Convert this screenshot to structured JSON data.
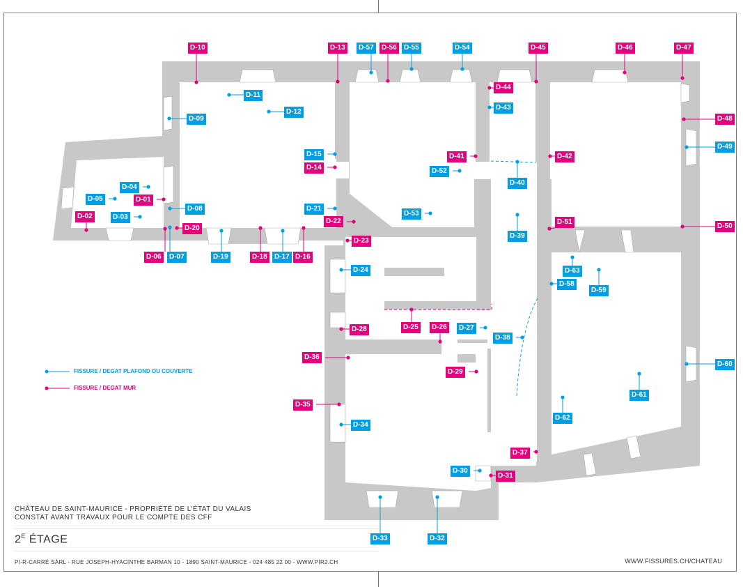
{
  "colors": {
    "wall": "#e5007d",
    "ceiling": "#009fe3",
    "masonry": "#c8c8c8"
  },
  "legend": {
    "ceiling": "FISSURE / DEGAT PLAFOND OU COUVERTE",
    "wall": "FISSURE / DEGAT MUR"
  },
  "title": {
    "line1": "CHÂTEAU DE SAINT-MAURICE - PROPRIÉTÉ DE L'ÉTAT DU VALAIS",
    "line2": "CONSTAT AVANT TRAVAUX POUR LE COMPTE DES CFF"
  },
  "floor": {
    "number": "2",
    "suffix": "E",
    "word": " ÉTAGE"
  },
  "footer": {
    "left": "PI-R-CARRÉ SÀRL - RUE JOSEPH-HYACINTHE BARMAN 10 - 1890 SAINT-MAURICE - 024 485 22 00 - WWW.PIR2.CH",
    "right": "WWW.FISSURES.CH/CHATEAU"
  },
  "markers": [
    {
      "id": "D-01",
      "kind": "wall"
    },
    {
      "id": "D-02",
      "kind": "wall"
    },
    {
      "id": "D-03",
      "kind": "ceiling"
    },
    {
      "id": "D-04",
      "kind": "ceiling"
    },
    {
      "id": "D-05",
      "kind": "ceiling"
    },
    {
      "id": "D-06",
      "kind": "wall"
    },
    {
      "id": "D-07",
      "kind": "ceiling"
    },
    {
      "id": "D-08",
      "kind": "ceiling"
    },
    {
      "id": "D-09",
      "kind": "ceiling"
    },
    {
      "id": "D-10",
      "kind": "wall"
    },
    {
      "id": "D-11",
      "kind": "ceiling"
    },
    {
      "id": "D-12",
      "kind": "ceiling"
    },
    {
      "id": "D-13",
      "kind": "wall"
    },
    {
      "id": "D-14",
      "kind": "wall"
    },
    {
      "id": "D-15",
      "kind": "ceiling"
    },
    {
      "id": "D-16",
      "kind": "wall"
    },
    {
      "id": "D-17",
      "kind": "ceiling"
    },
    {
      "id": "D-18",
      "kind": "wall"
    },
    {
      "id": "D-19",
      "kind": "ceiling"
    },
    {
      "id": "D-20",
      "kind": "wall"
    },
    {
      "id": "D-21",
      "kind": "ceiling"
    },
    {
      "id": "D-22",
      "kind": "wall"
    },
    {
      "id": "D-23",
      "kind": "wall"
    },
    {
      "id": "D-24",
      "kind": "ceiling"
    },
    {
      "id": "D-25",
      "kind": "wall"
    },
    {
      "id": "D-26",
      "kind": "wall"
    },
    {
      "id": "D-27",
      "kind": "ceiling"
    },
    {
      "id": "D-28",
      "kind": "wall"
    },
    {
      "id": "D-29",
      "kind": "wall"
    },
    {
      "id": "D-30",
      "kind": "ceiling"
    },
    {
      "id": "D-31",
      "kind": "wall"
    },
    {
      "id": "D-32",
      "kind": "ceiling"
    },
    {
      "id": "D-33",
      "kind": "ceiling"
    },
    {
      "id": "D-34",
      "kind": "ceiling"
    },
    {
      "id": "D-35",
      "kind": "wall"
    },
    {
      "id": "D-36",
      "kind": "wall"
    },
    {
      "id": "D-37",
      "kind": "wall"
    },
    {
      "id": "D-38",
      "kind": "ceiling"
    },
    {
      "id": "D-39",
      "kind": "ceiling"
    },
    {
      "id": "D-40",
      "kind": "ceiling"
    },
    {
      "id": "D-41",
      "kind": "wall"
    },
    {
      "id": "D-42",
      "kind": "wall"
    },
    {
      "id": "D-43",
      "kind": "ceiling"
    },
    {
      "id": "D-44",
      "kind": "wall"
    },
    {
      "id": "D-45",
      "kind": "wall"
    },
    {
      "id": "D-46",
      "kind": "wall"
    },
    {
      "id": "D-47",
      "kind": "wall"
    },
    {
      "id": "D-48",
      "kind": "wall"
    },
    {
      "id": "D-49",
      "kind": "ceiling"
    },
    {
      "id": "D-50",
      "kind": "wall"
    },
    {
      "id": "D-51",
      "kind": "wall"
    },
    {
      "id": "D-52",
      "kind": "ceiling"
    },
    {
      "id": "D-53",
      "kind": "ceiling"
    },
    {
      "id": "D-54",
      "kind": "ceiling"
    },
    {
      "id": "D-55",
      "kind": "ceiling"
    },
    {
      "id": "D-56",
      "kind": "wall"
    },
    {
      "id": "D-57",
      "kind": "ceiling"
    },
    {
      "id": "D-58",
      "kind": "ceiling"
    },
    {
      "id": "D-59",
      "kind": "ceiling"
    },
    {
      "id": "D-60",
      "kind": "ceiling"
    },
    {
      "id": "D-61",
      "kind": "ceiling"
    },
    {
      "id": "D-62",
      "kind": "ceiling"
    },
    {
      "id": "D-63",
      "kind": "ceiling"
    }
  ]
}
